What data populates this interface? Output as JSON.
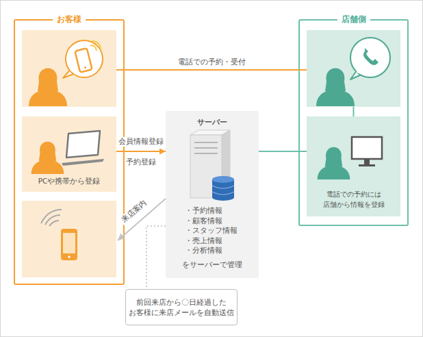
{
  "diagram": {
    "nodes": [
      {
        "text": [
          "お客様"
        ]
      },
      {
        "text": [],
        "in": 0
      },
      {
        "text": [
          "PCや携帯から登録"
        ],
        "in": 0
      },
      {
        "text": [],
        "in": 0
      },
      {
        "text": [
          "サーバー",
          "・予約情報",
          "・顧客情報",
          "・スタッフ情報",
          "・売上情報",
          "・分析情報",
          "をサーバーで管理"
        ]
      },
      {
        "text": [
          "店舗側"
        ]
      },
      {
        "text": [],
        "in": 5
      },
      {
        "text": [
          "電話での予約には 店舗から情報を登録"
        ],
        "in": 5
      },
      {
        "text": [
          "前回来店から〇日経過した お客様に来店メールを自動送信"
        ]
      }
    ],
    "edges": [
      {
        "from": 1,
        "to": 6,
        "label": "電話での予約・受付",
        "arrow": "none"
      },
      {
        "from": 2,
        "to": 4,
        "label": "会員情報登録",
        "arrow": "to"
      },
      {
        "from": 4,
        "to": 3,
        "label": "来店案内",
        "arrow": "to"
      },
      {
        "from": 4,
        "to": 7,
        "arrow": "none"
      },
      {
        "from": 6,
        "to": 7,
        "arrow": "none"
      },
      {
        "from": 4,
        "to": 8,
        "arrow": "none"
      }
    ],
    "labels": [
      "予約登録"
    ]
  }
}
